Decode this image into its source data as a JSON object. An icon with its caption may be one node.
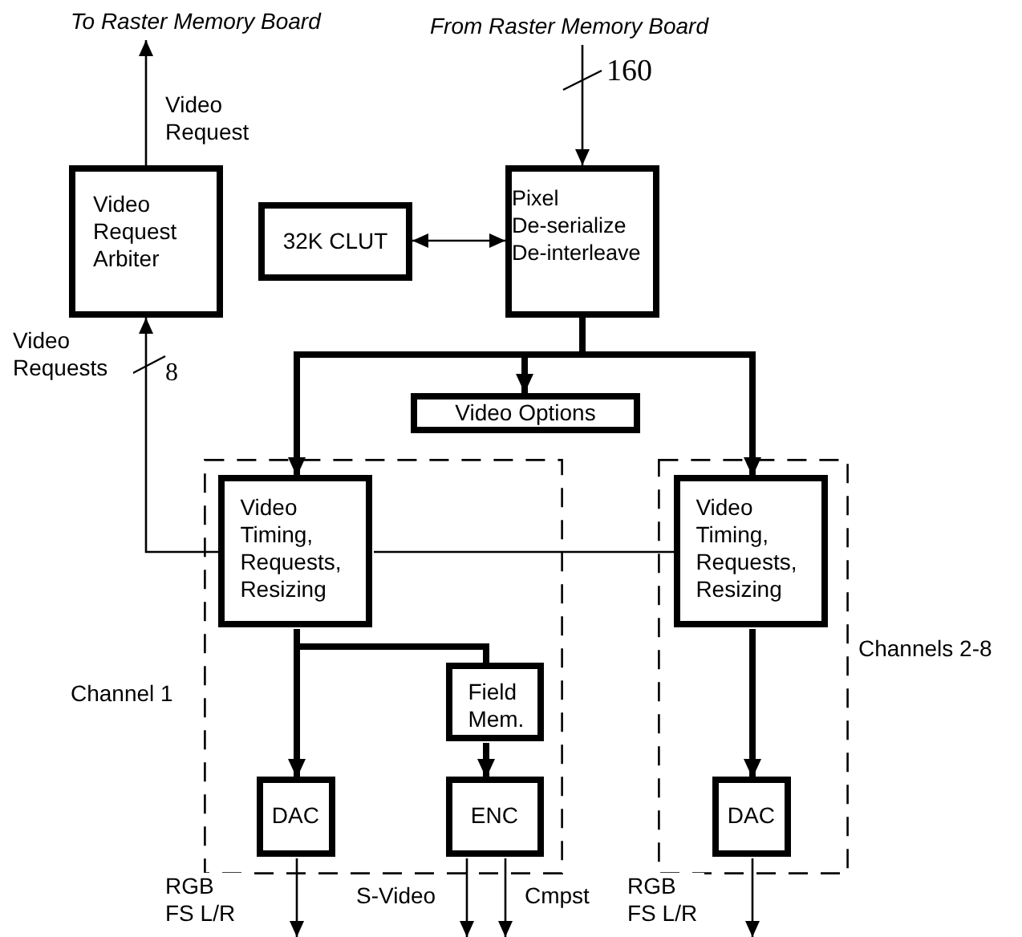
{
  "diagram": {
    "nodes": [
      {
        "text": [
          "To Raster Memory Board"
        ]
      },
      {
        "text": [
          "From Raster Memory Board"
        ]
      },
      {
        "text": [
          "Video Request Arbiter"
        ]
      },
      {
        "text": [
          "32K CLUT"
        ]
      },
      {
        "text": [
          "Pixel De-serialize De-interleave"
        ]
      },
      {
        "text": [
          "Video Options"
        ]
      },
      {
        "text": [],
        "shape": "box",
        "beside": [
          "Channel 1"
        ]
      },
      {
        "text": [
          "Video Timing, Requests, Resizing"
        ],
        "in": 6
      },
      {
        "text": [
          "Field Mem."
        ],
        "in": 6
      },
      {
        "text": [
          "DAC"
        ],
        "in": 6
      },
      {
        "text": [
          "ENC"
        ],
        "in": 6
      },
      {
        "text": [],
        "shape": "box",
        "beside": [
          "Channels 2-8"
        ]
      },
      {
        "text": [
          "Video Timing, Requests, Resizing"
        ],
        "in": 11
      },
      {
        "text": [
          "DAC"
        ],
        "in": 11
      }
    ],
    "edges": [
      {
        "from": 2,
        "to": 0,
        "arrow": "to",
        "label": "Video Request"
      },
      {
        "from": 1,
        "to": 4,
        "arrow": "to"
      },
      {
        "from": 3,
        "to": 4,
        "arrow": "both"
      },
      {
        "from": 4,
        "to": 5,
        "arrow": "to",
        "style": "thick"
      },
      {
        "from": 4,
        "to": 7,
        "arrow": "to",
        "style": "thick"
      },
      {
        "from": 4,
        "to": 12,
        "arrow": "to",
        "style": "thick"
      },
      {
        "from": 7,
        "to": 2,
        "arrow": "to",
        "label": "Video Requests"
      },
      {
        "from": 12,
        "to": 7,
        "arrow": "none"
      },
      {
        "from": 7,
        "to": 9,
        "arrow": "to",
        "style": "thick"
      },
      {
        "from": 7,
        "to": 8,
        "arrow": "none",
        "style": "thick"
      },
      {
        "from": 8,
        "to": 10,
        "arrow": "to",
        "style": "thick"
      },
      {
        "from": 12,
        "to": 13,
        "arrow": "to",
        "style": "thick"
      },
      {
        "from": 9,
        "to": null,
        "arrow": "to",
        "label": "RGB FS L/R"
      },
      {
        "from": 10,
        "to": null,
        "arrow": "to",
        "label": "S-Video"
      },
      {
        "from": 10,
        "to": null,
        "arrow": "to",
        "label": "Cmpst"
      },
      {
        "from": 13,
        "to": null,
        "arrow": "to",
        "label": "RGB FS L/R"
      }
    ],
    "labels": [
      "160",
      "8"
    ]
  }
}
